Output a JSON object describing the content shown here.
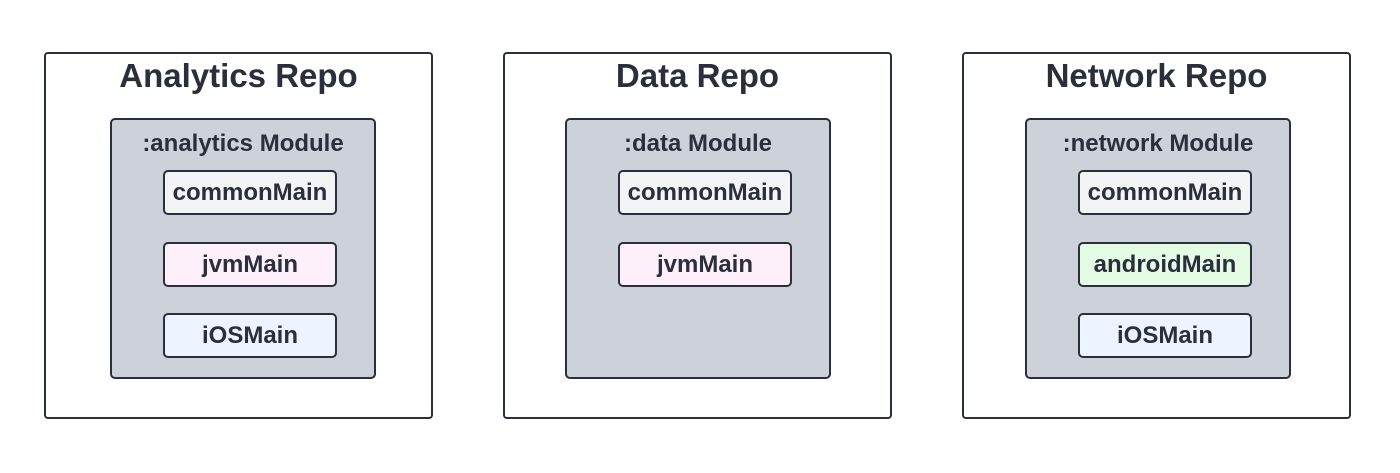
{
  "colors": {
    "border": "#2b2f3b",
    "module_fill": "#cdd2da",
    "common_fill": "#f3f4f5",
    "jvm_fill": "#fdf0fb",
    "ios_fill": "#edf4ff",
    "android_fill": "#e4fbe4"
  },
  "repos": [
    {
      "title": "Analytics Repo",
      "module": ":analytics Module",
      "source_sets": [
        {
          "label": "commonMain",
          "color": "#f3f4f5"
        },
        {
          "label": "jvmMain",
          "color": "#fdf0fb"
        },
        {
          "label": "iOSMain",
          "color": "#edf4ff"
        }
      ]
    },
    {
      "title": "Data Repo",
      "module": ":data Module",
      "source_sets": [
        {
          "label": "commonMain",
          "color": "#f3f4f5"
        },
        {
          "label": "jvmMain",
          "color": "#fdf0fb"
        }
      ]
    },
    {
      "title": "Network Repo",
      "module": ":network Module",
      "source_sets": [
        {
          "label": "commonMain",
          "color": "#f3f4f5"
        },
        {
          "label": "androidMain",
          "color": "#e4fbe4"
        },
        {
          "label": "iOSMain",
          "color": "#edf4ff"
        }
      ]
    }
  ]
}
